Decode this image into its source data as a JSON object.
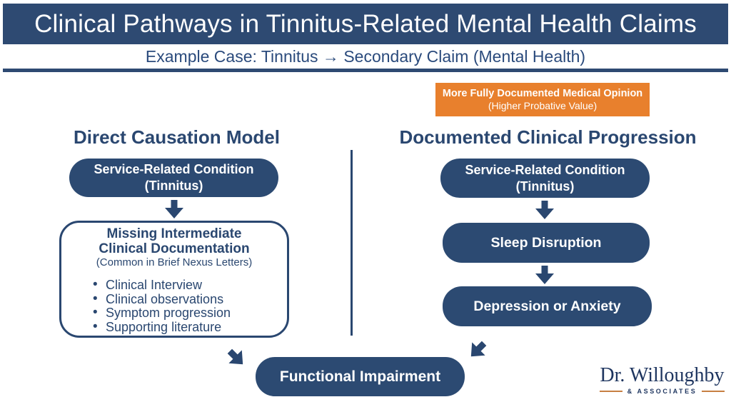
{
  "header": {
    "title": "Clinical Pathways in Tinnitus-Related Mental Health Claims",
    "subtitle": "Example Case: Tinnitus → Secondary Claim (Mental Health)"
  },
  "callout": {
    "line1": "More Fully Documented Medical Opinion",
    "line2": "(Higher Probative Value)"
  },
  "left_column": {
    "heading": "Direct Causation Model",
    "box1": {
      "line1": "Service-Related Condition",
      "line2": "(Tinnitus)"
    },
    "missing_box": {
      "title_line1": "Missing Intermediate",
      "title_line2": "Clinical Documentation",
      "subtitle": "(Common in Brief Nexus Letters)",
      "bullets": [
        "Clinical Interview",
        "Clinical observations",
        "Symptom progression",
        "Supporting literature"
      ]
    }
  },
  "right_column": {
    "heading": "Documented Clinical Progression",
    "box1": {
      "line1": "Service-Related Condition",
      "line2": "(Tinnitus)"
    },
    "box2": "Sleep Disruption",
    "box3": "Depression or Anxiety"
  },
  "bottom": {
    "box": "Functional Impairment"
  },
  "logo": {
    "name": "Dr. Willoughby",
    "tagline": "& ASSOCIATES"
  },
  "colors": {
    "navy": "#2c4a72",
    "navy_text": "#2a4770",
    "orange": "#e8802d",
    "logo_navy": "#1f3660",
    "logo_rule_orange": "#c77f42"
  }
}
